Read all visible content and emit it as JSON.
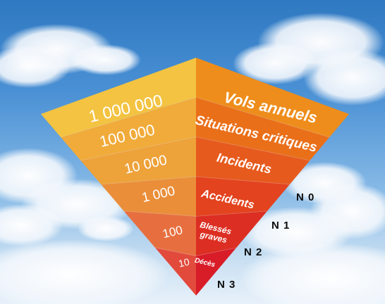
{
  "tiers": [
    {
      "count": "1 000 000",
      "label": "Vols annuels"
    },
    {
      "count": "100 000",
      "label": "Situations critiques"
    },
    {
      "count": "10 000",
      "label": "Incidents"
    },
    {
      "count": "1 000",
      "label": "Accidents"
    },
    {
      "count": "100",
      "label": "Blessés graves"
    },
    {
      "count": "10",
      "label": "Décès"
    }
  ],
  "levels": [
    "N 0",
    "N 1",
    "N 2",
    "N 3"
  ],
  "colors": {
    "left_faces": [
      "#f3c341",
      "#f1ab3a",
      "#eea23a",
      "#ea8e3a",
      "#e76f3f",
      "#e24a3c"
    ],
    "right_faces": [
      "#ee8d1b",
      "#ea6f19",
      "#e75a1d",
      "#e3431e",
      "#dc2e22",
      "#d81c28"
    ],
    "level_text": "#0b0b0b"
  }
}
